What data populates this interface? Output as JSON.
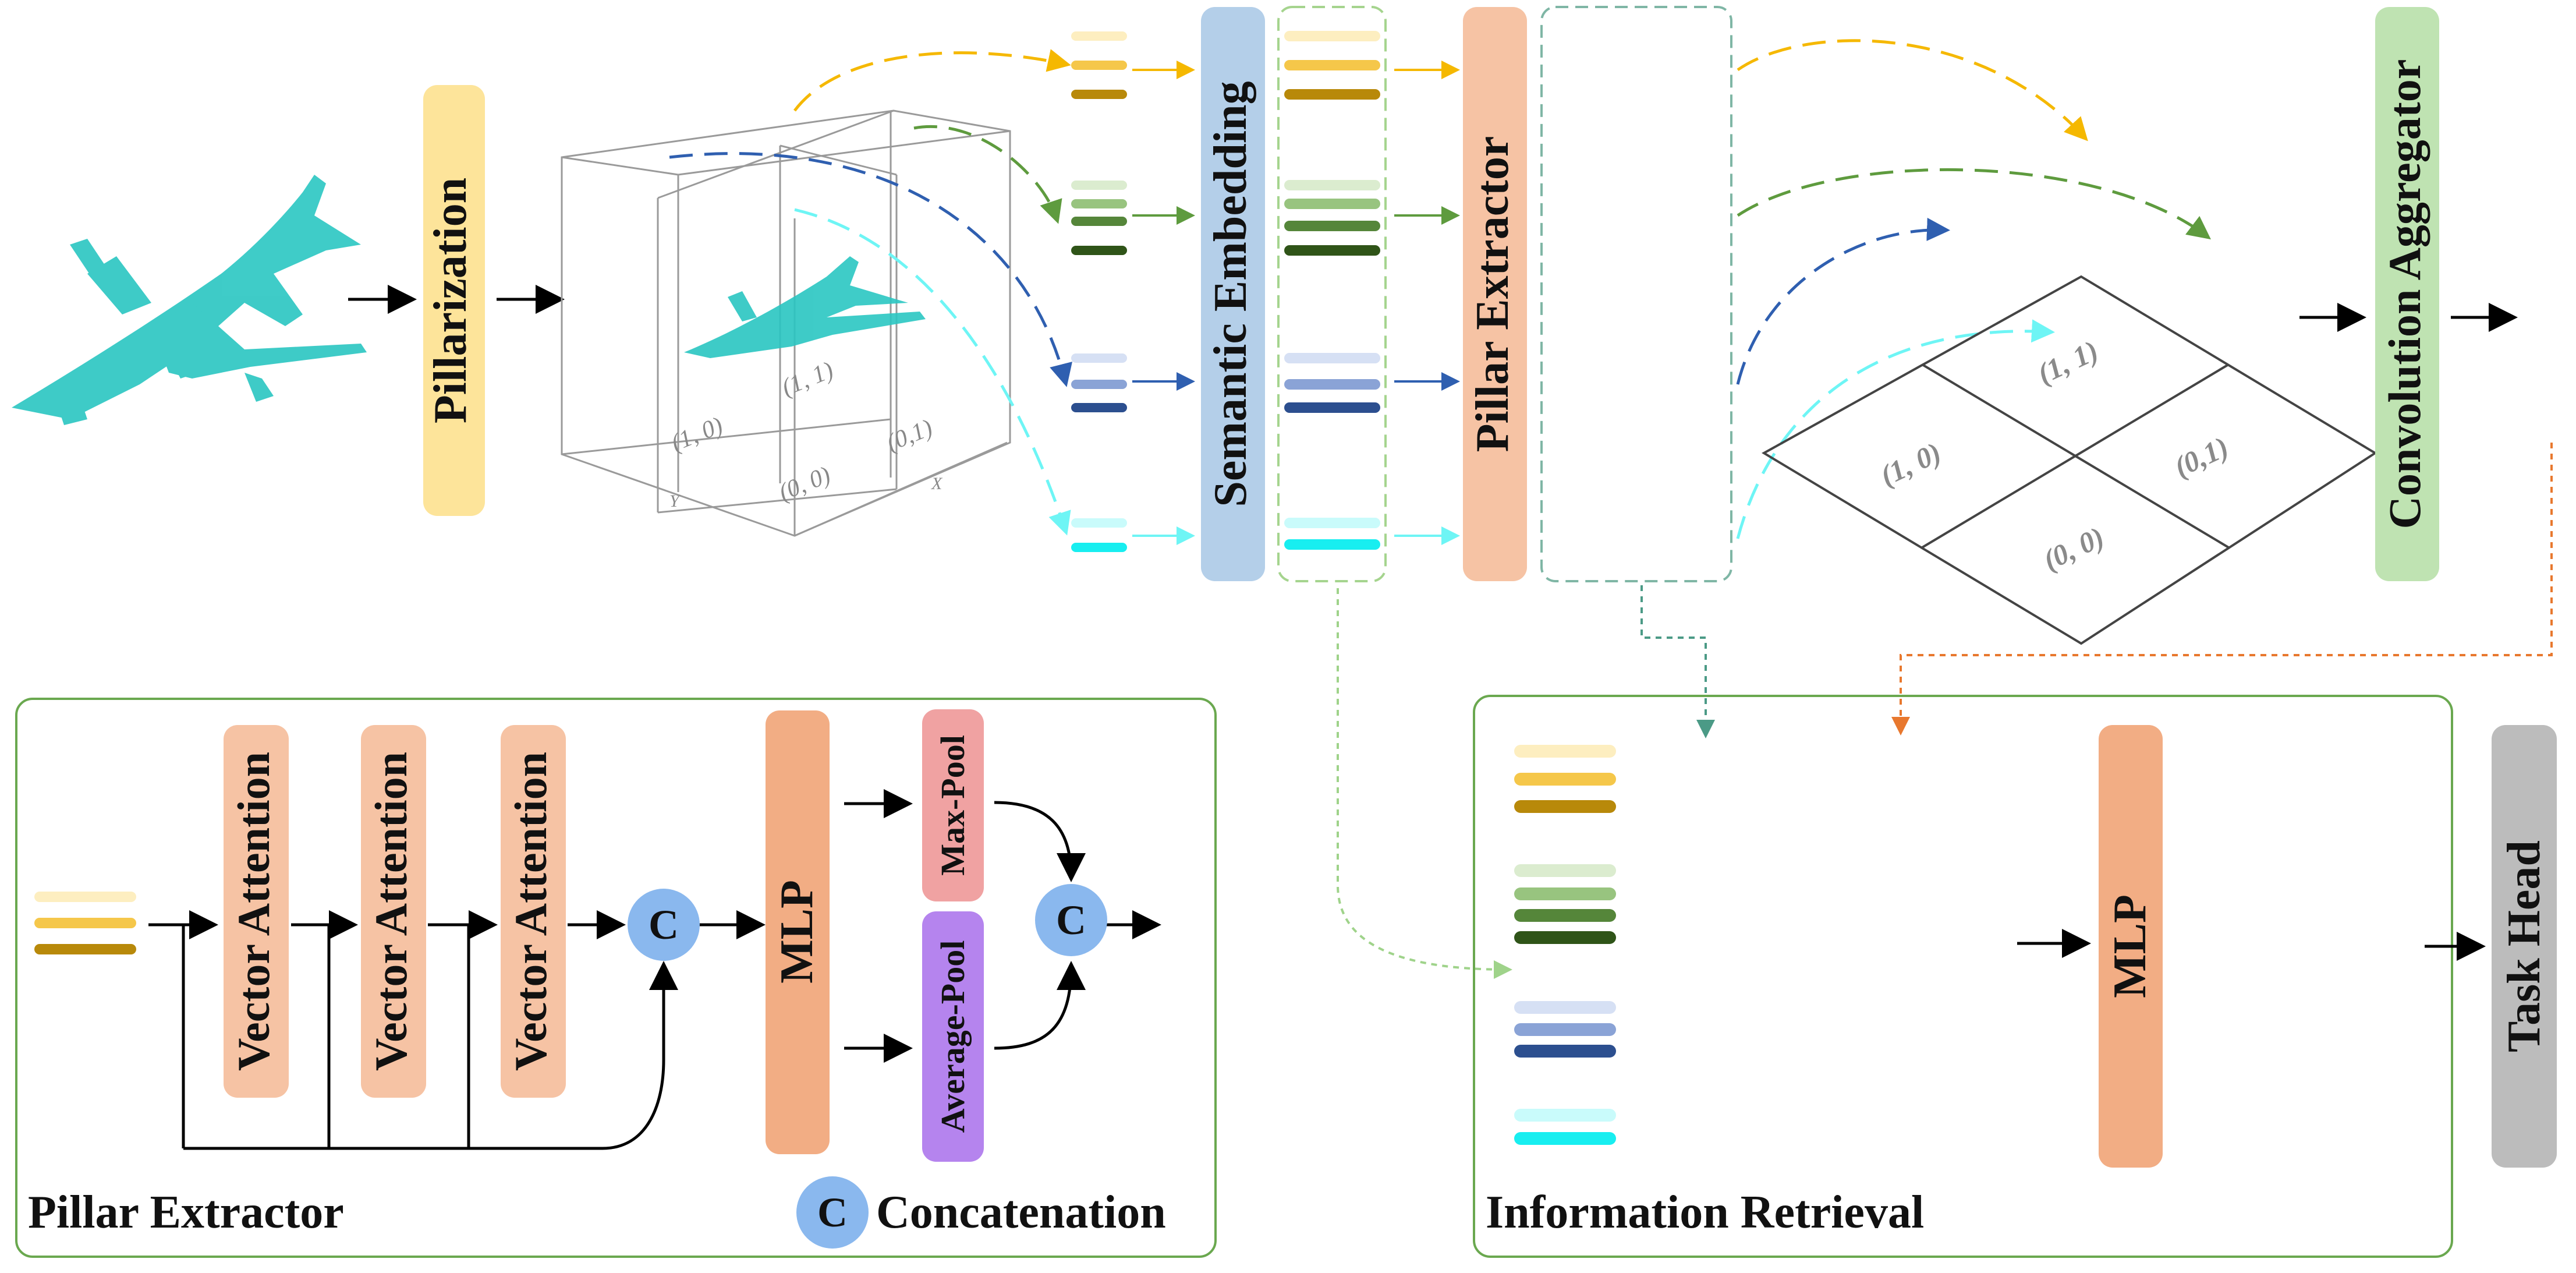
{
  "blocks": {
    "pillarization": "Pillarization",
    "semantic_embedding": "Semantic Embedding",
    "pillar_extractor": "Pillar Extractor",
    "convolution_aggregator": "Convolution Aggregator",
    "task_head": "Task Head",
    "mlp": "MLP",
    "vector_attention": "Vector Attention",
    "max_pool": "Max-Pool",
    "average_pool": "Average-Pool",
    "concat_symbol": "C"
  },
  "grid_labels": {
    "cube": [
      "(1, 0)",
      "(1, 1)",
      "(0, 0)",
      "(0,1)"
    ],
    "cube_axes": [
      "Y",
      "X"
    ],
    "floor": [
      "(1, 0)",
      "(1, 1)",
      "(0, 0)",
      "(0,1)"
    ]
  },
  "panels": {
    "pillar_extractor_title": "Pillar Extractor",
    "information_retrieval_title": "Information Retrieval",
    "concat_legend": "Concatenation"
  },
  "colors": {
    "yellow": "#f5c518",
    "green": "#6aa84f",
    "blue": "#3c66b0",
    "cyan": "#22f0f0",
    "orange": "#d27428",
    "peach_block": "#f6c3a4",
    "semantic_block": "#b4cfe9",
    "pillarization_block": "#fde49a",
    "aggregator_block": "#bfe3b2",
    "taskhead_block": "#bcbcbc",
    "mlp_block": "#f2ad84",
    "maxpool_block": "#f0a2a2",
    "avgpool_block": "#b584ee",
    "concat_circle": "#8ab8ee"
  }
}
